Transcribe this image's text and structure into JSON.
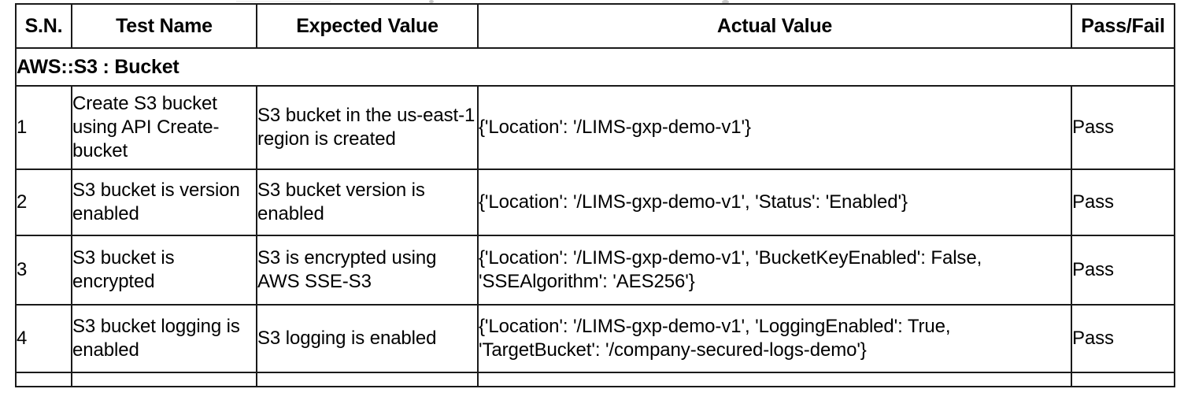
{
  "table": {
    "columns": [
      {
        "key": "sn",
        "label": "S.N."
      },
      {
        "key": "test",
        "label": "Test Name"
      },
      {
        "key": "expected",
        "label": "Expected Value"
      },
      {
        "key": "actual",
        "label": "Actual Value"
      },
      {
        "key": "passfail",
        "label": "Pass/Fail"
      }
    ],
    "section_label": "AWS::S3 : Bucket",
    "header_bg": "#d4d4d4",
    "border_color": "#1a1a1a",
    "rows": [
      {
        "sn": "1",
        "test": "Create S3 bucket using API Create-bucket",
        "expected": "S3 bucket in the us-east-1 region is created",
        "actual": "{'Location': '/LIMS-gxp-demo-v1'}",
        "passfail": "Pass"
      },
      {
        "sn": "2",
        "test": "S3 bucket is version enabled",
        "expected": "S3 bucket version is enabled",
        "actual": "{'Location': '/LIMS-gxp-demo-v1', 'Status': 'Enabled'}",
        "passfail": "Pass"
      },
      {
        "sn": "3",
        "test": "S3 bucket is encrypted",
        "expected": "S3 is encrypted using AWS SSE-S3",
        "actual": "{'Location': '/LIMS-gxp-demo-v1', 'BucketKeyEnabled': False, 'SSEAlgorithm': 'AES256'}",
        "passfail": "Pass"
      },
      {
        "sn": "4",
        "test": "S3 bucket logging is enabled",
        "expected": "S3 logging is enabled",
        "actual": "{'Location': '/LIMS-gxp-demo-v1', 'LoggingEnabled': True, 'TargetBucket': '/company-secured-logs-demo'}",
        "passfail": "Pass"
      }
    ]
  }
}
